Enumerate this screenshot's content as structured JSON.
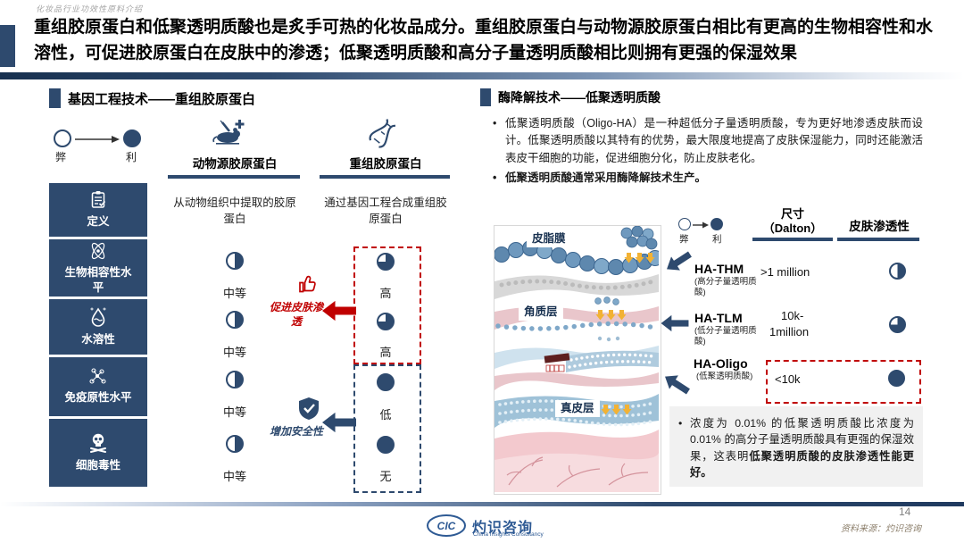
{
  "page": {
    "eyebrow": "化妆品行业功效性原料介绍",
    "title": "重组胶原蛋白和低聚透明质酸也是炙手可热的化妆品成分。重组胶原蛋白与动物源胶原蛋白相比有更高的生物相容性和水溶性，可促进胶原蛋白在皮肤中的渗透；低聚透明质酸和高分子量透明质酸相比则拥有更强的保湿效果",
    "page_number": "14",
    "source": "资料来源：灼识咨询"
  },
  "colors": {
    "navy": "#2E4A6E",
    "red": "#C00000",
    "note_bg": "#F1F1F1",
    "yellow": "#F2B234"
  },
  "left_section": {
    "title": "基因工程技术——重组胶原蛋白",
    "legend": {
      "bad": "弊",
      "good": "利"
    },
    "col1": {
      "label": "动物源胶原蛋白",
      "icon": "mouse-syringe-icon"
    },
    "col2": {
      "label": "重组胶原蛋白",
      "icon": "dna-icon"
    },
    "rows": [
      {
        "label": "定义",
        "icon": "clipboard-icon",
        "animal": {
          "text": "从动物组织中提取的胶原蛋白"
        },
        "recombinant": {
          "text": "通过基因工程合成重组胶原蛋白"
        }
      },
      {
        "label": "生物相容性水平",
        "icon": "atom-icon",
        "animal": {
          "fill": 50,
          "text": "中等"
        },
        "recombinant": {
          "fill": 75,
          "text": "高"
        }
      },
      {
        "label": "水溶性",
        "icon": "droplet-icon",
        "animal": {
          "fill": 50,
          "text": "中等"
        },
        "recombinant": {
          "fill": 75,
          "text": "高"
        }
      },
      {
        "label": "免疫原性水平",
        "icon": "molecule-icon",
        "animal": {
          "fill": 50,
          "text": "中等"
        },
        "recombinant": {
          "fill": 100,
          "text": "低"
        }
      },
      {
        "label": "细胞毒性",
        "icon": "skull-icon",
        "animal": {
          "fill": 50,
          "text": "中等"
        },
        "recombinant": {
          "fill": 100,
          "text": "无"
        }
      }
    ],
    "annotation_promote": "促进皮肤渗透",
    "annotation_safety": "增加安全性"
  },
  "right_section": {
    "title": "酶降解技术——低聚透明质酸",
    "bullets": [
      "低聚透明质酸（Oligo-HA）是一种超低分子量透明质酸，专为更好地渗透皮肤而设计。低聚透明质酸以其特有的优势，最大限度地提高了皮肤保湿能力，同时还能激活表皮干细胞的功能，促进细胞分化，防止皮肤老化。",
      "低聚透明质酸通常采用酶降解技术生产。"
    ],
    "skin_diagram": {
      "layers": [
        "皮脂膜",
        "角质层",
        "真皮层"
      ]
    },
    "legend": {
      "bad": "弊",
      "good": "利"
    },
    "table": {
      "headers": {
        "size_line1": "尺寸",
        "size_line2": "（Dalton）",
        "permeability": "皮肤渗透性"
      },
      "rows": [
        {
          "name": "HA-THM",
          "subtitle": "(高分子量透明质酸)",
          "size": ">1 million",
          "permeability_fill": 50
        },
        {
          "name": "HA-TLM",
          "subtitle": "(低分子量透明质酸)",
          "size_line1": "10k-",
          "size_line2": "1million",
          "permeability_fill": 75
        },
        {
          "name": "HA-Oligo",
          "subtitle": "(低聚透明质酸)",
          "size": "<10k",
          "permeability_fill": 100
        }
      ]
    },
    "note": {
      "text": "浓度为 0.01% 的低聚透明质酸比浓度为 0.01% 的高分子量透明质酸具有更强的保湿效果，这表明",
      "bold": "低聚透明质酸的皮肤渗透性能更好。"
    }
  },
  "footer": {
    "logo_text": "CIC",
    "logo_name": "灼识咨询",
    "logo_subtitle": "China Insights Consultancy"
  }
}
